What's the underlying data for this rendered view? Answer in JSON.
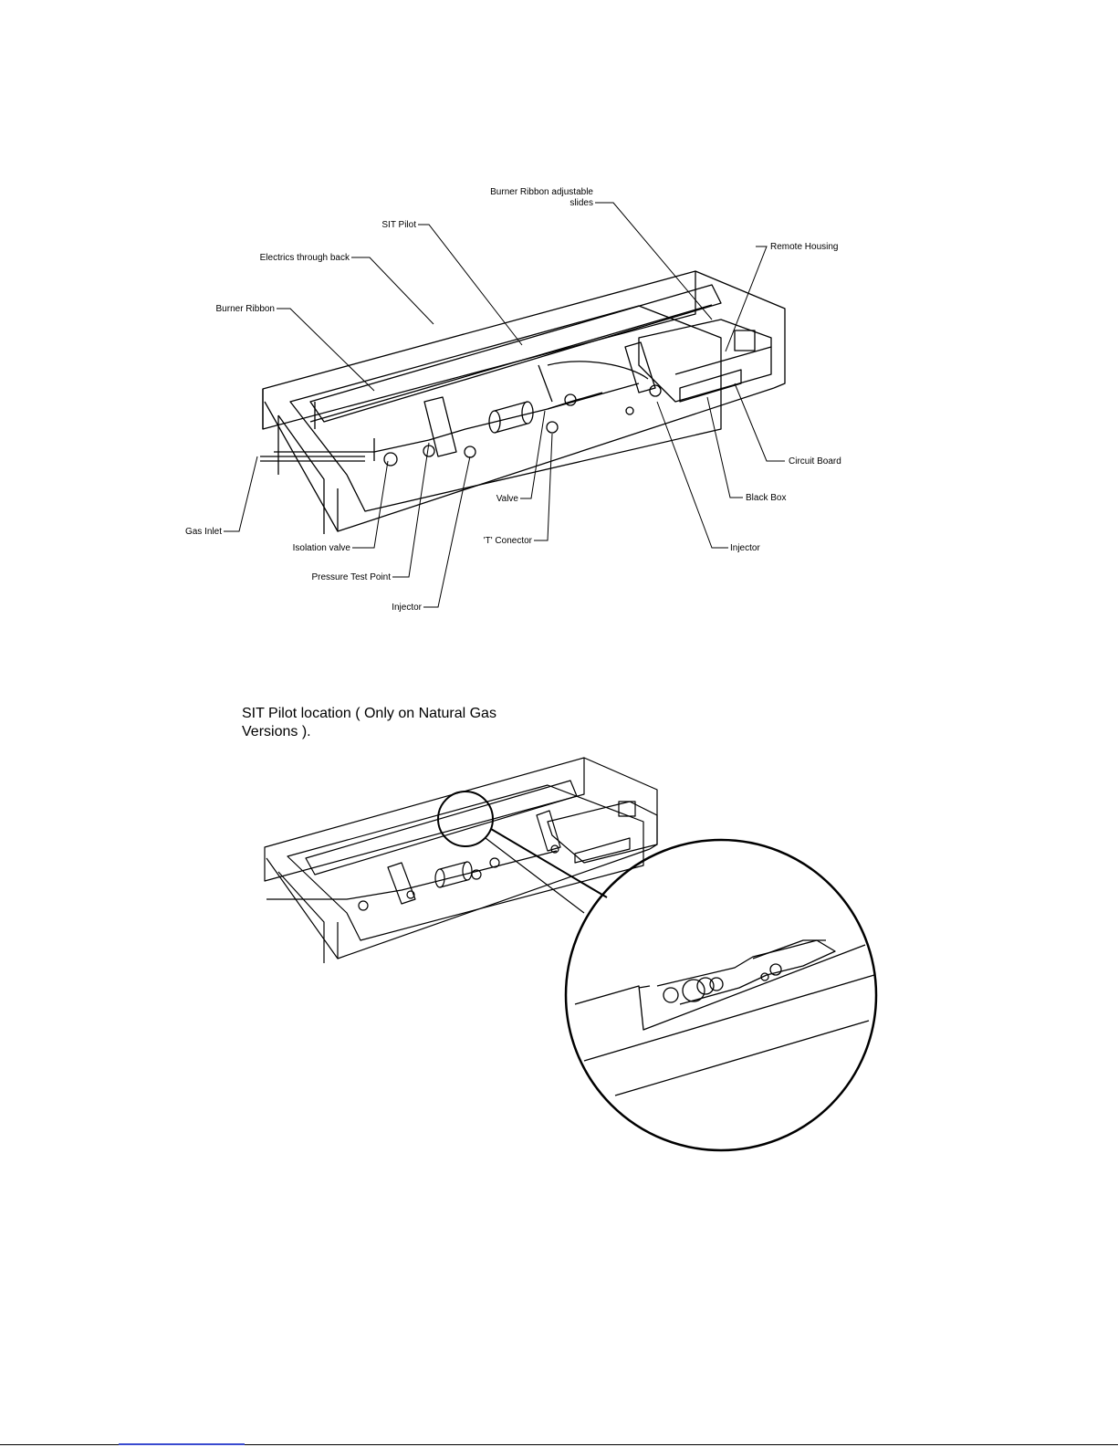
{
  "diagram": {
    "labels": {
      "slides_line1": "Burner Ribbon adjustable",
      "slides_line2": "slides",
      "sit_pilot": "SIT Pilot",
      "remote_housing": "Remote Housing",
      "electrics": "Electrics through back",
      "burner_ribbon": "Burner Ribbon",
      "circuit_board": "Circuit Board",
      "black_box": "Black Box",
      "valve": "Valve",
      "gas_inlet": "Gas Inlet",
      "isolation_valve": "Isolation valve",
      "t_connector": "'T' Conector",
      "injector_right": "Injector",
      "pressure_test_point": "Pressure Test Point",
      "injector_left": "Injector"
    }
  },
  "caption": {
    "text": "SIT Pilot location ( Only on Natural Gas Versions )."
  },
  "colors": {
    "line": "#000000",
    "link_underline": "#3a4bd0"
  }
}
